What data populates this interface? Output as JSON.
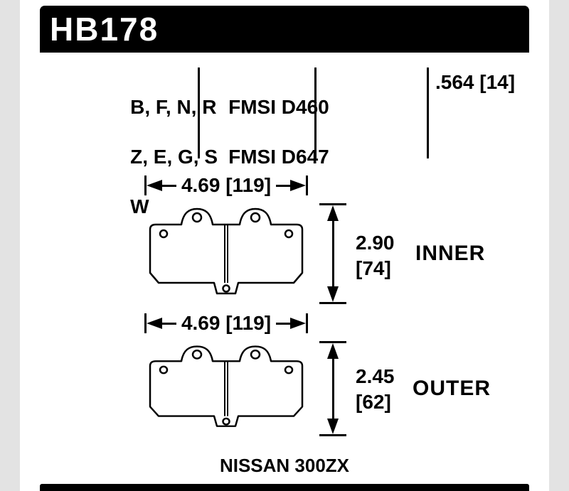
{
  "page": {
    "header": {
      "part_number": "HB178"
    },
    "spec_table": {
      "compound_line1": "B, F, N, R",
      "compound_line2": "Z, E, G, S",
      "compound_line3": "W",
      "fmsi_line1": "FMSI D460",
      "fmsi_line2": "FMSI D647",
      "pad_thickness": ".564 [14]"
    },
    "pads": [
      {
        "name": "inner",
        "width_dim": "4.69 [119]",
        "height_value": "2.90",
        "height_mm": "[74]",
        "label": "INNER"
      },
      {
        "name": "outer",
        "width_dim": "4.69 [119]",
        "height_value": "2.45",
        "height_mm": "[62]",
        "label": "OUTER"
      }
    ],
    "footer": {
      "vehicle": "NISSAN 300ZX"
    },
    "colors": {
      "bar": "#000000",
      "line": "#000000",
      "page_bg": "#ffffff",
      "edge_bg": "#e3e3e3"
    }
  }
}
